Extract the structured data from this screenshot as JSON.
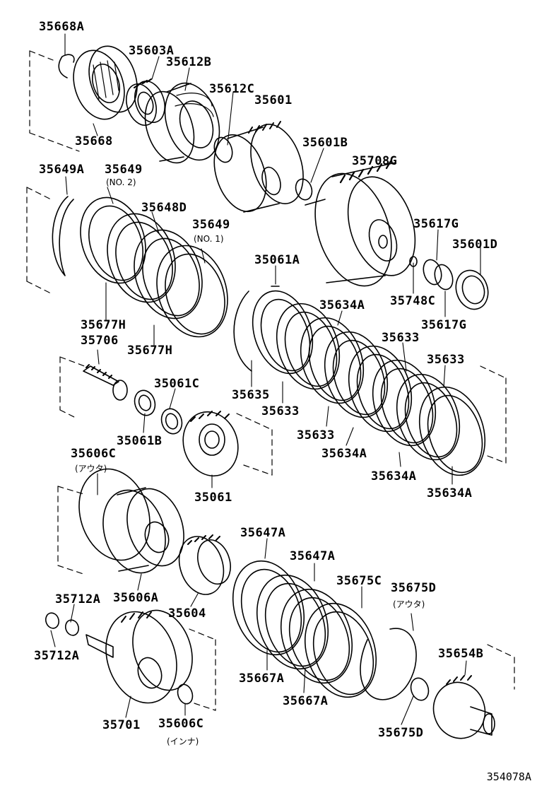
{
  "diagram_ref": "354078A",
  "labels": {
    "p35668A": "35668A",
    "p35603A": "35603A",
    "p35612B": "35612B",
    "p35612C": "35612C",
    "p35601": "35601",
    "p35668": "35668",
    "p35601B": "35601B",
    "p35708G": "35708G",
    "p35649A": "35649A",
    "p35649_no2": "35649",
    "no2": "(NO. 2)",
    "p35648D": "35648D",
    "p35649_no1": "35649",
    "no1": "(NO. 1)",
    "p35617G_top": "35617G",
    "p35601D": "35601D",
    "p35061A": "35061A",
    "p35634A_top": "35634A",
    "p35748C": "35748C",
    "p35617G_bot": "35617G",
    "p35677H_1": "35677H",
    "p35706": "35706",
    "p35677H_2": "35677H",
    "p35633_a": "35633",
    "p35633_b": "35633",
    "p35061C": "35061C",
    "p35635": "35635",
    "p35633_c": "35633",
    "p35633_d": "35633",
    "p35061B": "35061B",
    "p35634A_b": "35634A",
    "p35606C_top": "35606C",
    "outer_top": "(アウタ)",
    "p35634A_c": "35634A",
    "p35634A_d": "35634A",
    "p35061": "35061",
    "p35647A_1": "35647A",
    "p35647A_2": "35647A",
    "p35712A_top": "35712A",
    "p35606A": "35606A",
    "p35675C": "35675C",
    "p35675D_top": "35675D",
    "outer_right": "(アウタ)",
    "p35604": "35604",
    "p35712A_left": "35712A",
    "p35654B": "35654B",
    "p35667A_1": "35667A",
    "p35667A_2": "35667A",
    "p35701": "35701",
    "p35606C_bot": "35606C",
    "inner": "(インナ)",
    "p35675D_bot": "35675D"
  }
}
